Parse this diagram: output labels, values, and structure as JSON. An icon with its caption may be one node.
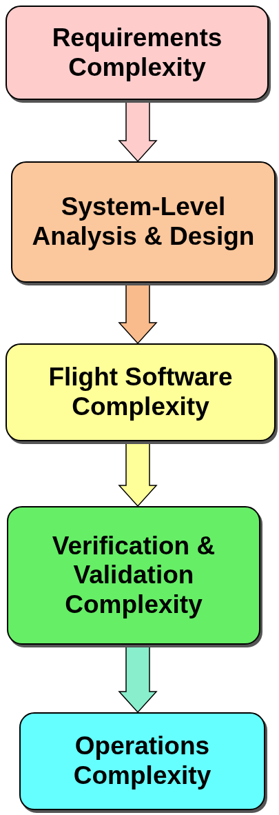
{
  "diagram": {
    "nodes": [
      {
        "text": [
          "Requirements Complexity"
        ]
      },
      {
        "text": [
          "System-Level Analysis & Design"
        ]
      },
      {
        "text": [
          "Flight Software Complexity"
        ]
      },
      {
        "text": [
          "Verification & Validation Complexity"
        ]
      },
      {
        "text": [
          "Operations Complexity"
        ]
      }
    ],
    "edges": [
      {
        "from": 0,
        "to": 1,
        "arrow": "to",
        "color": "#ffcccc"
      },
      {
        "from": 1,
        "to": 2,
        "arrow": "to",
        "color": "#f9bb8c"
      },
      {
        "from": 2,
        "to": 3,
        "arrow": "to",
        "color": "#ffff99"
      },
      {
        "from": 3,
        "to": 4,
        "arrow": "to",
        "color": "#88eecc"
      }
    ]
  }
}
